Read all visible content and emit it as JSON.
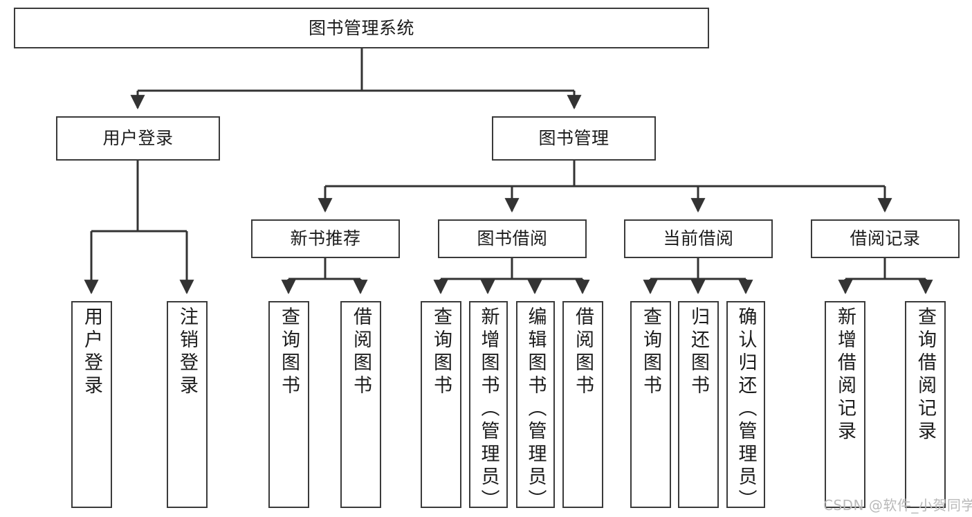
{
  "diagram": {
    "type": "tree",
    "title": "图书管理系统",
    "watermark": "CSDN @软件_小贺同学",
    "colors": {
      "box_border": "#3a3a3a",
      "box_fill": "#ffffff",
      "connector": "#333333",
      "text": "#1b1b1b",
      "watermark": "#b9b9b9"
    },
    "nodes": {
      "root": {
        "label": "图书管理系统"
      },
      "level2": [
        {
          "id": "user-login",
          "label": "用户登录"
        },
        {
          "id": "book-manage",
          "label": "图书管理"
        }
      ],
      "level3": [
        {
          "id": "new-book-recommend",
          "label": "新书推荐"
        },
        {
          "id": "book-borrow",
          "label": "图书借阅"
        },
        {
          "id": "current-borrow",
          "label": "当前借阅"
        },
        {
          "id": "borrow-record",
          "label": "借阅记录"
        }
      ],
      "leaves": {
        "user-login": [
          {
            "id": "leaf-user-login",
            "label": "用户登录"
          },
          {
            "id": "leaf-logout",
            "label": "注销登录"
          }
        ],
        "new-book-recommend": [
          {
            "id": "leaf-query-book-1",
            "label": "查询图书"
          },
          {
            "id": "leaf-borrow-book-1",
            "label": "借阅图书"
          }
        ],
        "book-borrow": [
          {
            "id": "leaf-query-book-2",
            "label": "查询图书"
          },
          {
            "id": "leaf-add-book",
            "label": "新增图书（管理员）"
          },
          {
            "id": "leaf-edit-book",
            "label": "编辑图书（管理员）"
          },
          {
            "id": "leaf-borrow-book-2",
            "label": "借阅图书"
          }
        ],
        "current-borrow": [
          {
            "id": "leaf-query-book-3",
            "label": "查询图书"
          },
          {
            "id": "leaf-return-book",
            "label": "归还图书"
          },
          {
            "id": "leaf-confirm-return",
            "label": "确认归还（管理员）"
          }
        ],
        "borrow-record": [
          {
            "id": "leaf-add-record",
            "label": "新增借阅记录"
          },
          {
            "id": "leaf-query-record",
            "label": "查询借阅记录"
          }
        ]
      }
    }
  }
}
